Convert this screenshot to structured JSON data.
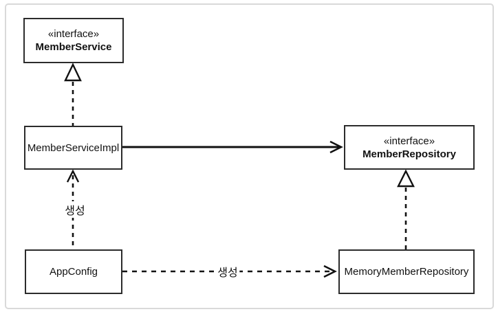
{
  "diagram": {
    "type": "uml-class-diagram",
    "nodes": [
      {
        "id": "member-service",
        "stereotype": "«interface»",
        "name": "MemberService"
      },
      {
        "id": "member-service-impl",
        "stereotype": "",
        "name": "MemberServiceImpl"
      },
      {
        "id": "member-repository",
        "stereotype": "«interface»",
        "name": "MemberRepository"
      },
      {
        "id": "app-config",
        "stereotype": "",
        "name": "AppConfig"
      },
      {
        "id": "memory-member-repository",
        "stereotype": "",
        "name": "MemoryMemberRepository"
      }
    ],
    "edges": [
      {
        "from": "MemberServiceImpl",
        "to": "MemberService",
        "type": "realization-dashed-hollow-triangle",
        "label": ""
      },
      {
        "from": "MemberServiceImpl",
        "to": "MemberRepository",
        "type": "association-solid-open-arrow",
        "label": ""
      },
      {
        "from": "AppConfig",
        "to": "MemberServiceImpl",
        "type": "dependency-dashed-open-arrow",
        "label": "생성"
      },
      {
        "from": "AppConfig",
        "to": "MemoryMemberRepository",
        "type": "dependency-dashed-open-arrow",
        "label": "생성"
      },
      {
        "from": "MemoryMemberRepository",
        "to": "MemberRepository",
        "type": "realization-dashed-hollow-triangle",
        "label": ""
      }
    ],
    "colors": {
      "background": "#ffffff",
      "frame_border": "#d9d9d9",
      "box_border": "#2b2b2b",
      "line": "#111111"
    }
  }
}
